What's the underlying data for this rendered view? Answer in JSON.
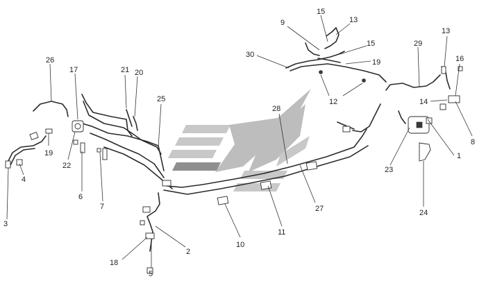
{
  "callouts": [
    {
      "id": "c1",
      "text": "1"
    },
    {
      "id": "c2",
      "text": "2"
    },
    {
      "id": "c3",
      "text": "3"
    },
    {
      "id": "c4",
      "text": "4"
    },
    {
      "id": "c5",
      "text": "5"
    },
    {
      "id": "c6",
      "text": "6"
    },
    {
      "id": "c7",
      "text": "7"
    },
    {
      "id": "c8",
      "text": "8"
    },
    {
      "id": "c9",
      "text": "9"
    },
    {
      "id": "c10",
      "text": "10"
    },
    {
      "id": "c11",
      "text": "11"
    },
    {
      "id": "c12",
      "text": "12"
    },
    {
      "id": "c13a",
      "text": "13"
    },
    {
      "id": "c13b",
      "text": "13"
    },
    {
      "id": "c14",
      "text": "14"
    },
    {
      "id": "c15a",
      "text": "15"
    },
    {
      "id": "c15b",
      "text": "15"
    },
    {
      "id": "c16",
      "text": "16"
    },
    {
      "id": "c17",
      "text": "17"
    },
    {
      "id": "c18",
      "text": "18"
    },
    {
      "id": "c19a",
      "text": "19"
    },
    {
      "id": "c19b",
      "text": "19"
    },
    {
      "id": "c20",
      "text": "20"
    },
    {
      "id": "c21",
      "text": "21"
    },
    {
      "id": "c22",
      "text": "22"
    },
    {
      "id": "c23",
      "text": "23"
    },
    {
      "id": "c24",
      "text": "24"
    },
    {
      "id": "c25",
      "text": "25"
    },
    {
      "id": "c26",
      "text": "26"
    },
    {
      "id": "c27",
      "text": "27"
    },
    {
      "id": "c28",
      "text": "28"
    },
    {
      "id": "c29",
      "text": "29"
    },
    {
      "id": "c30",
      "text": "30"
    }
  ],
  "colors": {
    "line": "#2a2a2a",
    "watermark_light": "#c8c8c8",
    "watermark_dark": "#8f8f8f",
    "background": "#ffffff"
  }
}
